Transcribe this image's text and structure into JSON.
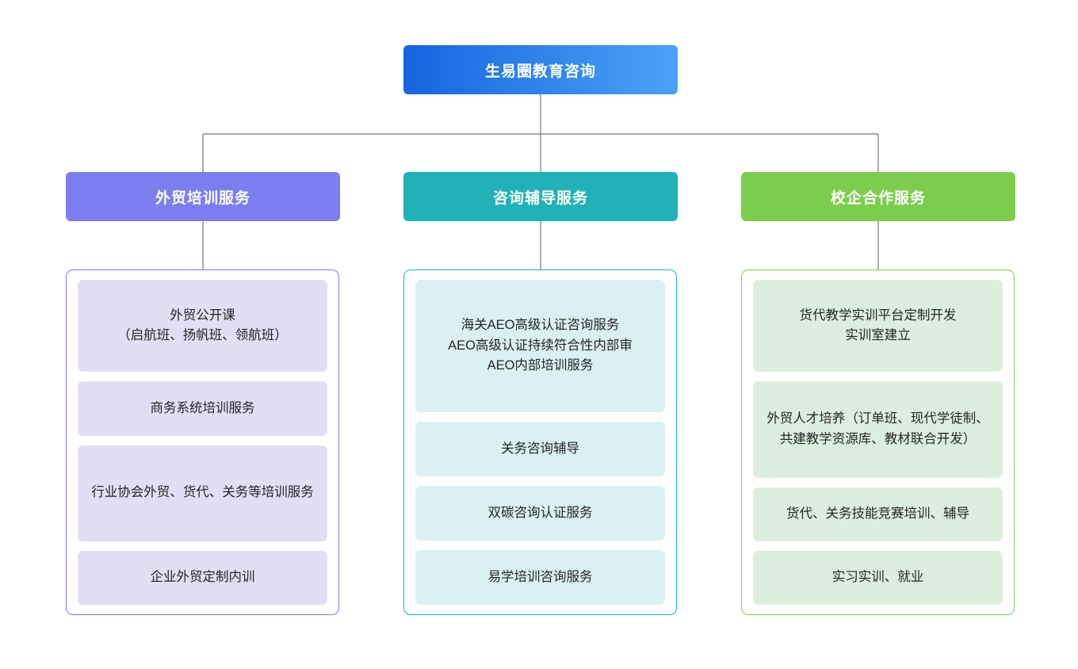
{
  "chart_data": {
    "type": "diagram",
    "diagram_kind": "organizational-tree",
    "title": "生易圈教育咨询",
    "levels": 3,
    "branch_count": 3
  },
  "root": {
    "label": "生易圈教育咨询",
    "gradient_from": "#1565E0",
    "gradient_to": "#4AA3F5"
  },
  "branches": [
    {
      "label": "外贸培训服务",
      "header_color": "#7C7EEF",
      "border_color": "#7C7EEF",
      "item_bg": "#E2DEF4",
      "items": [
        {
          "lines": [
            "外贸公开课",
            "（启航班、扬帆班、领航班）"
          ]
        },
        {
          "lines": [
            "商务系统培训服务"
          ]
        },
        {
          "lines": [
            "行业协会外贸、货代、关务等培训服务"
          ],
          "wrap": true
        },
        {
          "lines": [
            "企业外贸定制内训"
          ]
        }
      ]
    },
    {
      "label": "咨询辅导服务",
      "header_color": "#20B2B6",
      "border_color": "#20B2B6",
      "item_bg": "#DAF0F1",
      "items": [
        {
          "lines": [
            "海关AEO高级认证咨询服务",
            "AEO高级认证持续符合性内部审",
            "AEO内部培训服务"
          ]
        },
        {
          "lines": [
            "关务咨询辅导"
          ]
        },
        {
          "lines": [
            "双碳咨询认证服务"
          ]
        },
        {
          "lines": [
            "易学培训咨询服务"
          ]
        }
      ]
    },
    {
      "label": "校企合作服务",
      "header_color": "#7DCD4D",
      "border_color": "#7DCD4D",
      "item_bg": "#DCEFDC",
      "items": [
        {
          "lines": [
            "货代教学实训平台定制开发",
            "实训室建立"
          ]
        },
        {
          "lines": [
            "外贸人才培养（订单班、现代学徒制、共建教学资源库、教材联合开发）"
          ],
          "wrap": true
        },
        {
          "lines": [
            "货代、关务技能竞赛培训、辅导"
          ]
        },
        {
          "lines": [
            "实习实训、就业"
          ]
        }
      ]
    }
  ],
  "connector": {
    "color": "#8c8c8c"
  }
}
